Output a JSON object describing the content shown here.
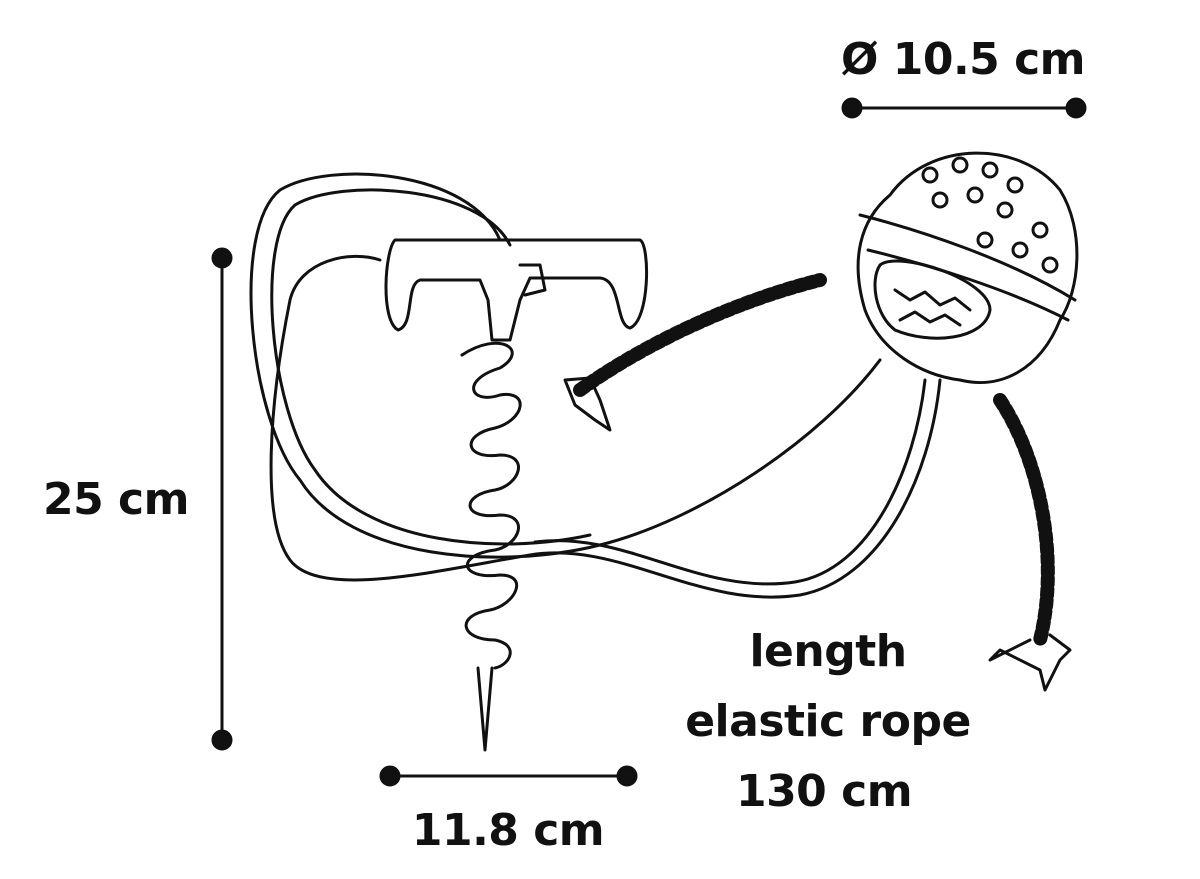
{
  "dimensions": {
    "diameter": "Ø 10.5 cm",
    "height": "25 cm",
    "width": "11.8 cm",
    "rope_length": [
      "length",
      "elastic rope",
      "130 cm"
    ]
  },
  "colors": {
    "ink": "#111111",
    "background": "#ffffff"
  }
}
